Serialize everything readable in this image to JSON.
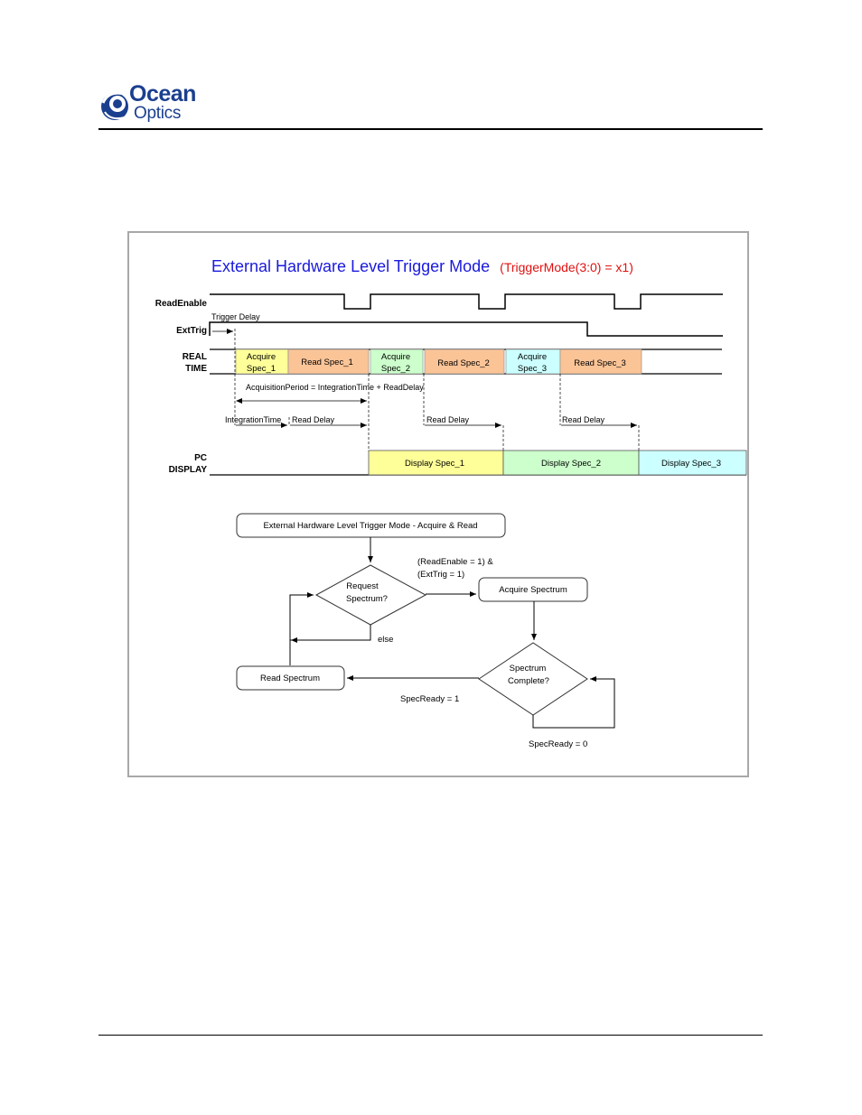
{
  "header": {
    "logo_line1": "Ocean",
    "logo_line2": "Optics"
  },
  "diagram": {
    "title": "External Hardware Level Trigger Mode",
    "title_suffix": "(TriggerMode(3:0) = x1)",
    "signals": {
      "read_enable": "ReadEnable",
      "ext_trig": "ExtTrig",
      "real_time_1": "REAL",
      "real_time_2": "TIME",
      "pc_display_1": "PC",
      "pc_display_2": "DISPLAY"
    },
    "timing_labels": {
      "trigger_delay": "Trigger Delay",
      "acquisition_period": "AcquisitionPeriod = IntegrationTime + ReadDelay",
      "integration_time": "IntegrationTime",
      "read_delay_1": "Read Delay",
      "read_delay_2": "Read Delay",
      "read_delay_3": "Read Delay"
    },
    "real_time_blocks": {
      "acq1_a": "Acquire",
      "acq1_b": "Spec_1",
      "read1": "Read Spec_1",
      "acq2_a": "Acquire",
      "acq2_b": "Spec_2",
      "read2": "Read Spec_2",
      "acq3_a": "Acquire",
      "acq3_b": "Spec_3",
      "read3": "Read Spec_3"
    },
    "display_blocks": {
      "disp1": "Display Spec_1",
      "disp2": "Display Spec_2",
      "disp3": "Display Spec_3"
    },
    "flowchart": {
      "start": "External Hardware Level Trigger Mode - Acquire & Read",
      "request_1": "Request",
      "request_2": "Spectrum?",
      "condition_1": "(ReadEnable = 1) &",
      "condition_2": "(ExtTrig = 1)",
      "acquire": "Acquire Spectrum",
      "else": "else",
      "complete_1": "Spectrum",
      "complete_2": "Complete?",
      "read": "Read Spectrum",
      "spec_ready_1": "SpecReady = 1",
      "spec_ready_0": "SpecReady = 0"
    },
    "colors": {
      "title": "#1a1adc",
      "title_suffix": "#e01010",
      "acquire_1": "#ffff99",
      "read": "#fbc497",
      "acquire_2": "#ccffcc",
      "acquire_3": "#ccffff"
    }
  }
}
